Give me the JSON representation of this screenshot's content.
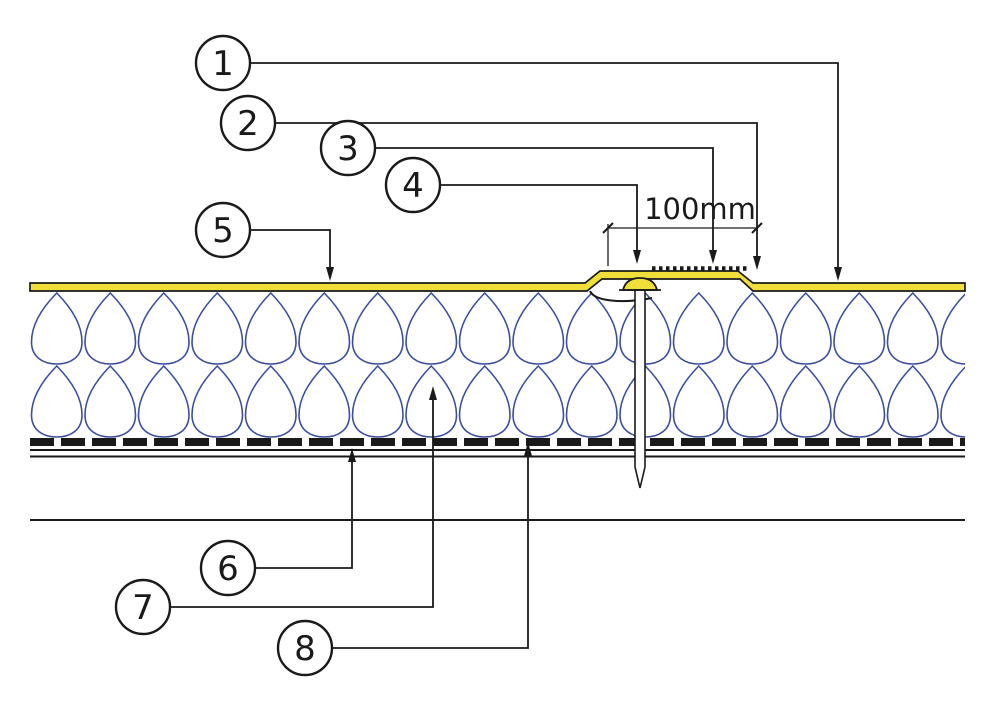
{
  "callouts": [
    "1",
    "2",
    "3",
    "4",
    "5",
    "6",
    "7",
    "8"
  ],
  "dimension": {
    "label": "100mm"
  },
  "colors": {
    "membrane": "#f0df3a",
    "insulation": "#3b4da1",
    "line": "#1a1a1a",
    "background": "#ffffff"
  }
}
